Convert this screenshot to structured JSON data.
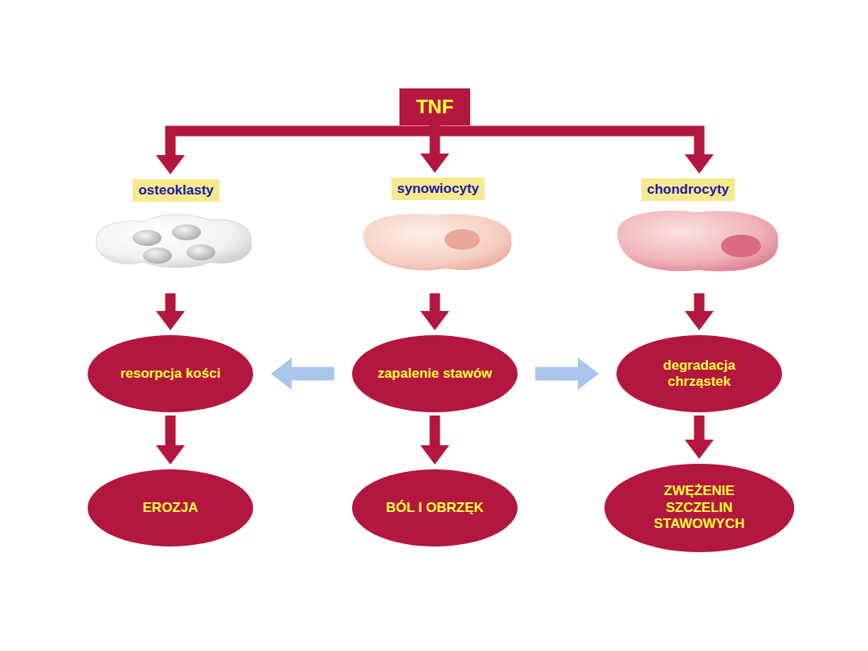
{
  "diagram": {
    "nodes": [
      {
        "text": [
          "TNF"
        ]
      },
      {
        "text": [
          "osteoklasty"
        ]
      },
      {
        "text": [
          "synowiocyty"
        ]
      },
      {
        "text": [
          "chondrocyty"
        ]
      },
      {
        "text": [
          "resorpcja kości"
        ]
      },
      {
        "text": [
          "zapalenie stawów"
        ]
      },
      {
        "text": [
          "degradacja chrząstek"
        ]
      },
      {
        "text": [
          "EROZJA"
        ]
      },
      {
        "text": [
          "BÓL I OBRZĘK"
        ]
      },
      {
        "text": [
          "ZWĘŻENIE SZCZELIN STAWOWYCH"
        ]
      }
    ],
    "edges": [
      {
        "from": 0,
        "to": 1,
        "arrow": "to"
      },
      {
        "from": 0,
        "to": 2,
        "arrow": "to"
      },
      {
        "from": 0,
        "to": 3,
        "arrow": "to"
      },
      {
        "from": 1,
        "to": 4,
        "arrow": "to"
      },
      {
        "from": 2,
        "to": 5,
        "arrow": "to"
      },
      {
        "from": 3,
        "to": 6,
        "arrow": "to"
      },
      {
        "from": 5,
        "to": 4,
        "arrow": "to"
      },
      {
        "from": 5,
        "to": 6,
        "arrow": "to"
      },
      {
        "from": 4,
        "to": 7,
        "arrow": "to"
      },
      {
        "from": 5,
        "to": 8,
        "arrow": "to"
      },
      {
        "from": 6,
        "to": 9,
        "arrow": "to"
      }
    ]
  }
}
